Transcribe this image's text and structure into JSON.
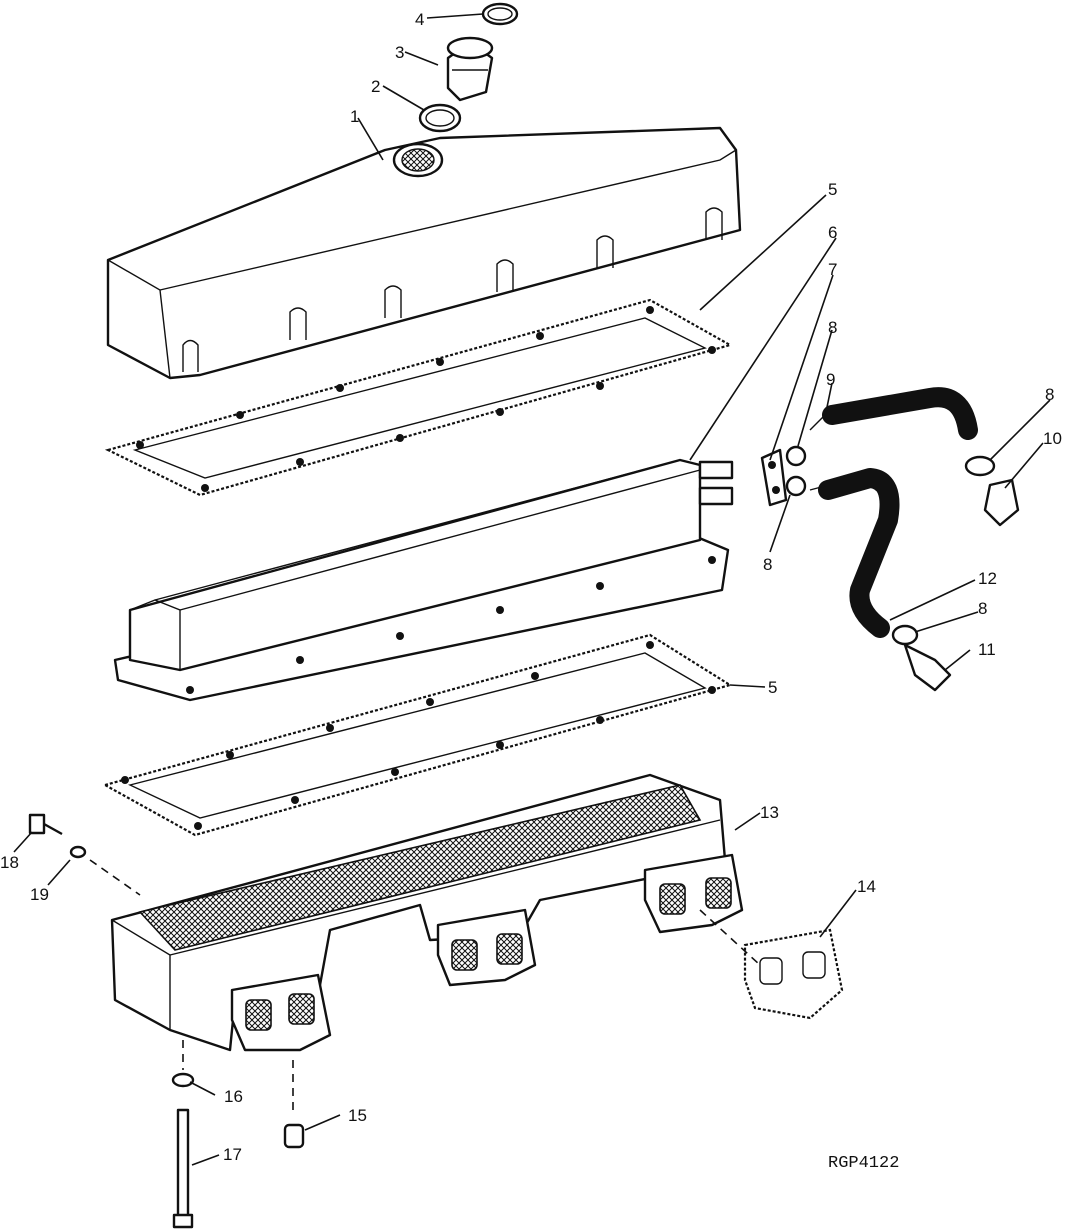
{
  "drawing_code": "RGP4122",
  "callouts": {
    "c1": "1",
    "c2": "2",
    "c3": "3",
    "c4": "4",
    "c5a": "5",
    "c5b": "5",
    "c6": "6",
    "c7": "7",
    "c8a": "8",
    "c8b": "8",
    "c8c": "8",
    "c8d": "8",
    "c9": "9",
    "c10": "10",
    "c11": "11",
    "c12": "12",
    "c13": "13",
    "c14": "14",
    "c15": "15",
    "c16": "16",
    "c17": "17",
    "c18": "18",
    "c19": "19"
  }
}
